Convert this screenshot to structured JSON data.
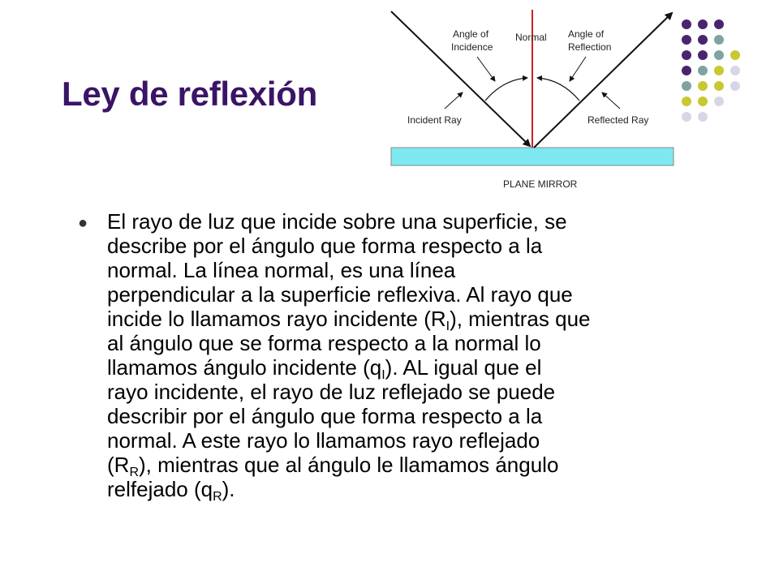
{
  "slide": {
    "title": "Ley de reflexión"
  },
  "diagram": {
    "labels": {
      "angle_of_incidence_line1": "Angle of",
      "angle_of_incidence_line2": "Incidence",
      "normal": "Normal",
      "angle_of_reflection_line1": "Angle of",
      "angle_of_reflection_line2": "Reflection",
      "incident_ray": "Incident Ray",
      "reflected_ray": "Reflected Ray",
      "plane_mirror": "PLANE MIRROR"
    },
    "colors": {
      "normal_line": "#cc2222",
      "mirror_fill": "#7ee8f0",
      "rays": "#111111"
    }
  },
  "decor": {
    "dot_colors": {
      "purple": "#4b2470",
      "teal": "#7ea3a3",
      "olive": "#c8c832",
      "lavender": "#d6d6e6"
    }
  },
  "body": {
    "lines": [
      {
        "text": "El rayo de luz que incide sobre una superficie, se"
      },
      {
        "text": "describe por el ángulo que forma respecto a la"
      },
      {
        "text": "normal.  La línea normal, es una línea"
      },
      {
        "text": "perpendicular a la superficie reflexiva.  Al rayo que"
      },
      {
        "pre": "incide lo llamamos rayo incidente (R",
        "sub": "I",
        "post": "), mientras que"
      },
      {
        "text": "al ángulo que se forma respecto a la normal lo"
      },
      {
        "pre": "llamamos ángulo incidente (q",
        "sub": "I",
        "post": ").  AL igual que el"
      },
      {
        "text": "rayo incidente, el rayo de luz reflejado se puede"
      },
      {
        "text": "describir por el ángulo que forma respecto a la"
      },
      {
        "text": "normal.  A este rayo lo llamamos rayo reflejado"
      },
      {
        "pre": "(R",
        "sub": "R",
        "post": "), mientras que al ángulo le llamamos ángulo"
      },
      {
        "pre": "relfejado (q",
        "sub": "R",
        "post": ")."
      }
    ]
  }
}
